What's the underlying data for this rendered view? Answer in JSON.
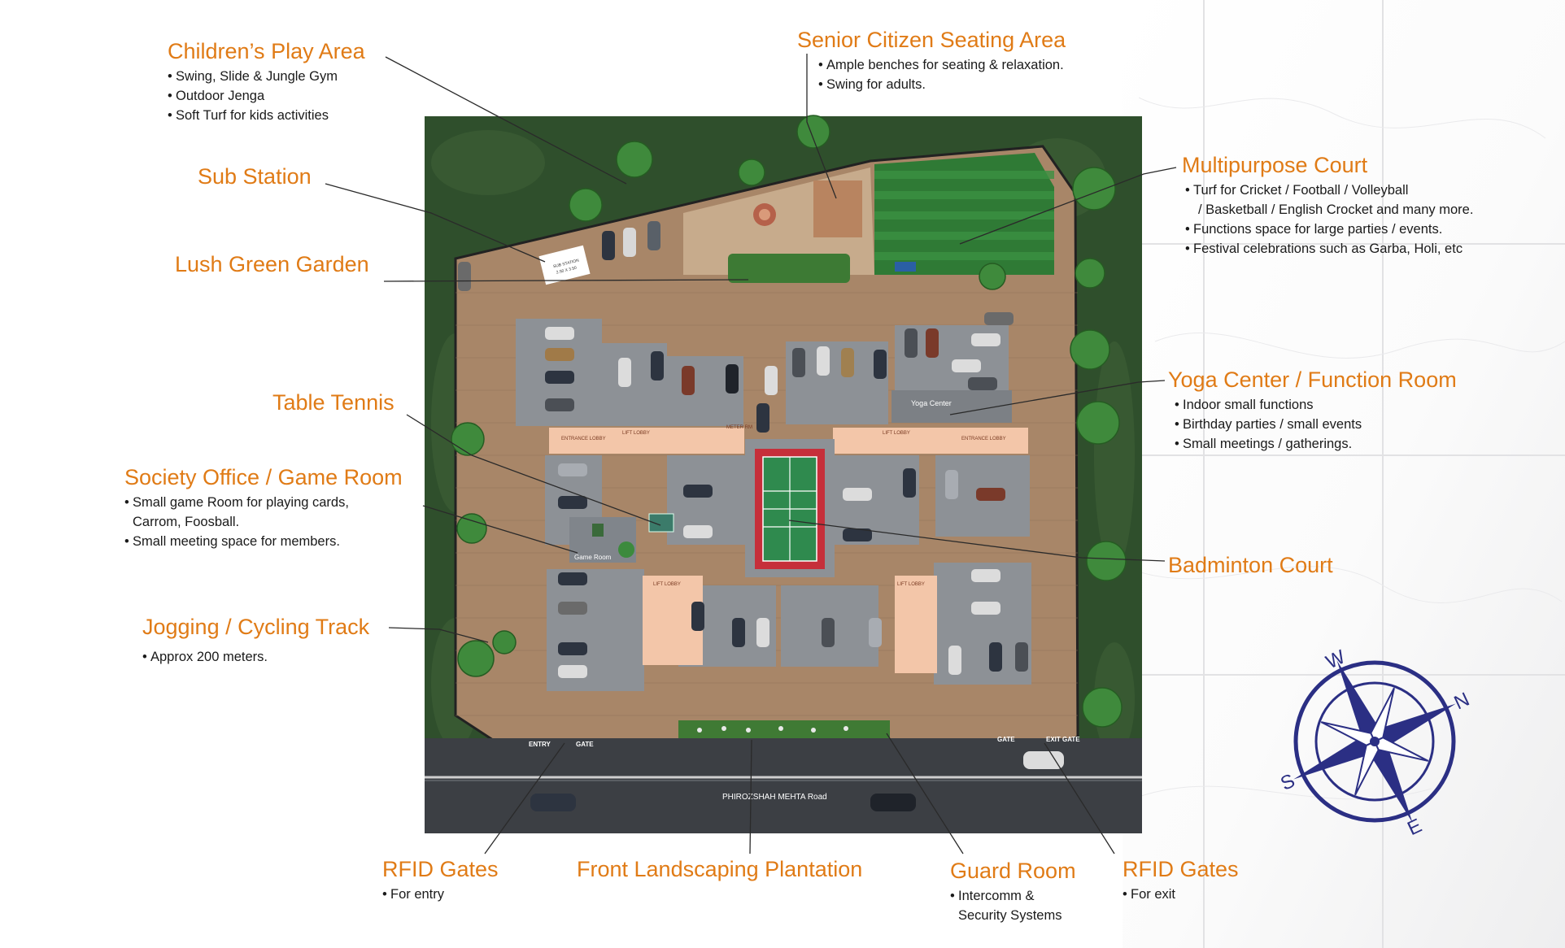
{
  "colors": {
    "accent": "#e07b16",
    "bullet_text": "#1a1a1a",
    "paving": "#a88668",
    "greenery": "#2f4f2c",
    "parking": "#8d9196",
    "lobby": "#f3c6a9",
    "court_red": "#c62f3a",
    "court_green": "#2f8a4e",
    "turf": "#2f7a35",
    "road": "#3c3f44",
    "compass": "#2b2f84"
  },
  "callouts": {
    "childrens_play": {
      "title": "Children’s Play Area",
      "items": [
        "Swing, Slide & Jungle Gym",
        "Outdoor Jenga",
        "Soft Turf for kids activities"
      ]
    },
    "sub_station": {
      "title": "Sub Station"
    },
    "lush_garden": {
      "title": "Lush Green Garden"
    },
    "table_tennis": {
      "title": "Table Tennis"
    },
    "society_office": {
      "title": "Society Office / Game Room",
      "items": [
        "Small game Room for playing cards,",
        "Carrom, Foosball.",
        "Small meeting space for members."
      ]
    },
    "jogging": {
      "title": "Jogging / Cycling Track",
      "items": [
        "Approx 200 meters."
      ]
    },
    "senior_citizen": {
      "title": "Senior Citizen Seating Area",
      "items": [
        "Ample benches for seating & relaxation.",
        "Swing for adults."
      ]
    },
    "multipurpose": {
      "title": "Multipurpose Court",
      "items": [
        "Turf for Cricket / Football / Volleyball",
        "/ Basketball / English Crocket and many more.",
        "Functions space for large parties / events.",
        "Festival celebrations such as Garba, Holi, etc"
      ]
    },
    "yoga": {
      "title": "Yoga Center / Function Room",
      "items": [
        "Indoor small functions",
        "Birthday parties / small events",
        "Small meetings / gatherings."
      ]
    },
    "badminton": {
      "title": "Badminton Court"
    },
    "rfid_entry": {
      "title": "RFID Gates",
      "items": [
        "For entry"
      ]
    },
    "front_landscaping": {
      "title": "Front Landscaping Plantation"
    },
    "guard_room": {
      "title": "Guard Room",
      "items": [
        "Intercomm &",
        "Security Systems"
      ]
    },
    "rfid_exit": {
      "title": "RFID Gates",
      "items": [
        "For exit"
      ]
    }
  },
  "plan_labels": {
    "road": "PHIROZSHAH MEHTA Road",
    "entry": "ENTRY",
    "gate_left": "GATE",
    "gate_right": "GATE",
    "exit_gate": "EXIT GATE",
    "sub_station": "SUB STATION",
    "sub_station_size": "2.50 X 3.50",
    "yoga_center": "Yoga Center",
    "game_room": "Game Room",
    "lift_lobby": "LIFT LOBBY",
    "entrance_lobby": "ENTRANCE LOBBY",
    "meter_rm": "METER RM"
  },
  "compass": {
    "n": "N",
    "s": "S",
    "e": "E",
    "w": "W"
  }
}
